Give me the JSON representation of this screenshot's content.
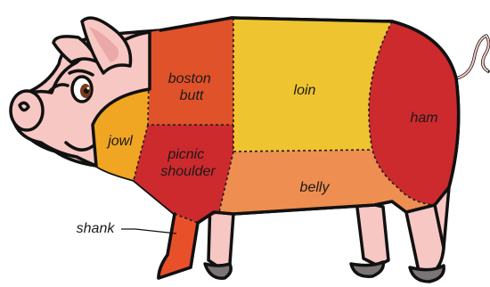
{
  "cuts": [
    {
      "key": "boston_butt",
      "label_lines": [
        "boston",
        "butt"
      ],
      "color": "#E0522A"
    },
    {
      "key": "loin",
      "label_lines": [
        "loin"
      ],
      "color": "#EEC530"
    },
    {
      "key": "ham",
      "label_lines": [
        "ham"
      ],
      "color": "#CC2A2D"
    },
    {
      "key": "jowl",
      "label_lines": [
        "jowl"
      ],
      "color": "#F0A523"
    },
    {
      "key": "picnic_shoulder",
      "label_lines": [
        "picnic",
        "shoulder"
      ],
      "color": "#CC2A2D"
    },
    {
      "key": "belly",
      "label_lines": [
        "belly"
      ],
      "color": "#EE8E50"
    },
    {
      "key": "shank",
      "label_lines": [
        "shank"
      ],
      "color": "#E8502A"
    }
  ],
  "colors": {
    "skin": "#F7C7C3",
    "skin_shadow": "#EAA9A6",
    "hoof": "#7A7474",
    "eye": "#7A3B1C",
    "outline": "#111111"
  }
}
